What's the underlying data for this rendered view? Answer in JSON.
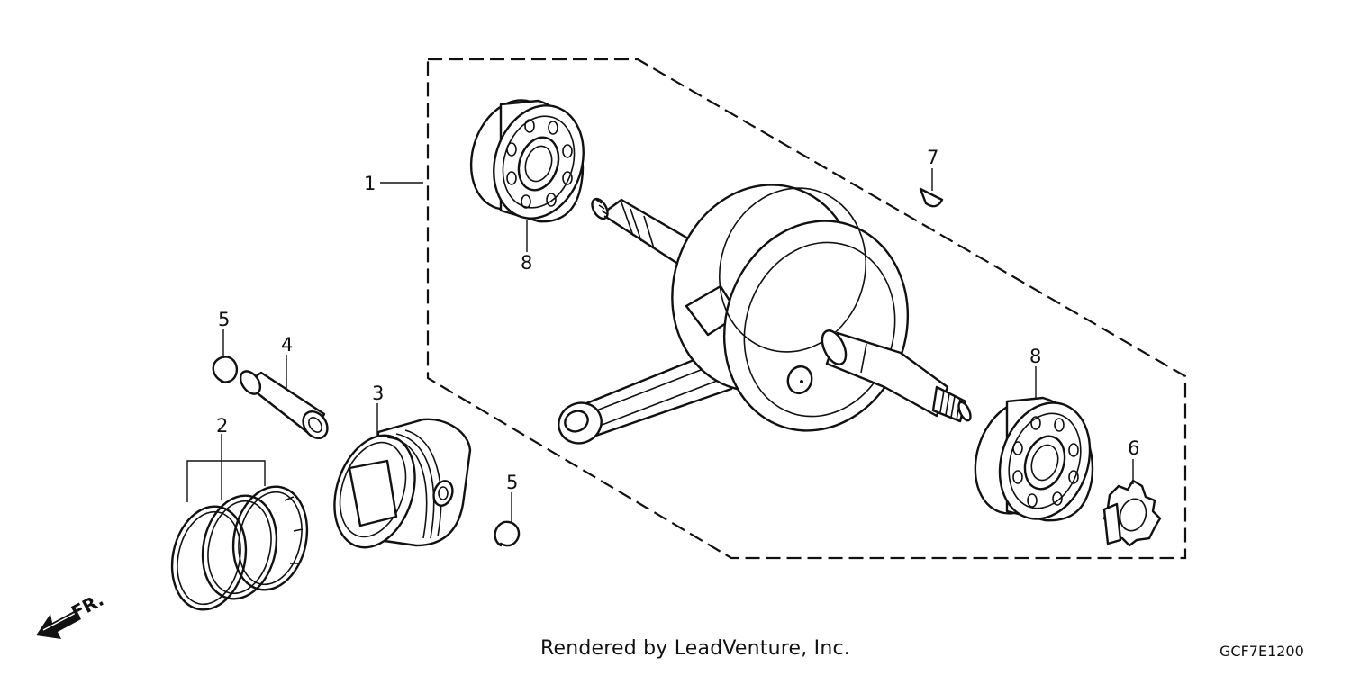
{
  "callouts": {
    "c1": "1",
    "c2": "2",
    "c3": "3",
    "c4": "4",
    "c5a": "5",
    "c5b": "5",
    "c6": "6",
    "c7": "7",
    "c8a": "8",
    "c8b": "8"
  },
  "direction_label": "FR.",
  "footer": {
    "credit": "Rendered by LeadVenture, Inc.",
    "code": "GCF7E1200"
  },
  "colors": {
    "ink": "#111111",
    "background": "#ffffff"
  }
}
